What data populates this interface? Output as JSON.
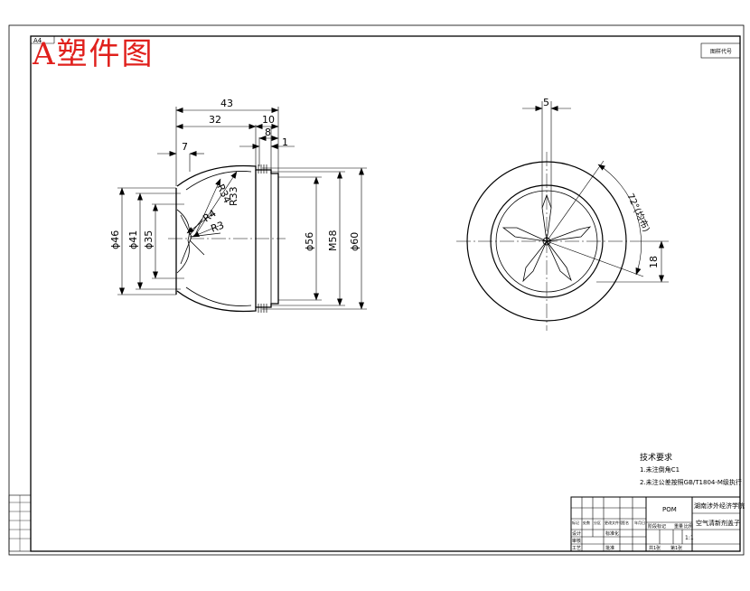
{
  "overlay_title": "A塑件图",
  "frame": {
    "corner_tag": "A4",
    "drawing_no_top": "图样代号"
  },
  "front_view": {
    "dims": {
      "d43": "43",
      "d32": "32",
      "d10": "10",
      "d8": "8",
      "d1": "1",
      "d7": "7",
      "r33": "R33",
      "r34": "R34",
      "r4": "R4",
      "r3": "R3",
      "phi46": "ϕ46",
      "phi41": "ϕ41",
      "phi35": "ϕ35",
      "phi56": "ϕ56",
      "m58": "M58",
      "phi60": "ϕ60"
    }
  },
  "side_view": {
    "dims": {
      "d5": "5",
      "angle": "72°(均布)",
      "d18": "18"
    }
  },
  "tech_notes": {
    "heading": "技术要求",
    "line1": "1.未注倒角C1",
    "line2": "2.未注公差按照GB/T1804-M级执行"
  },
  "title_block": {
    "material": "POM",
    "school": "湖南涉外经济学院",
    "part_name": "空气清新剂盖子",
    "scale": "1:1",
    "row_labels": [
      "标记",
      "处数",
      "分区",
      "更改文件号",
      "签名",
      "年月日"
    ],
    "sign_labels": [
      "设计",
      "审核",
      "工艺"
    ],
    "std_label": "标准化",
    "approve_label": "批准",
    "stage_label": "阶段标记",
    "weight_label": "重量",
    "scale_label": "比例",
    "sheet_a": "共1张",
    "sheet_b": "第1张"
  }
}
